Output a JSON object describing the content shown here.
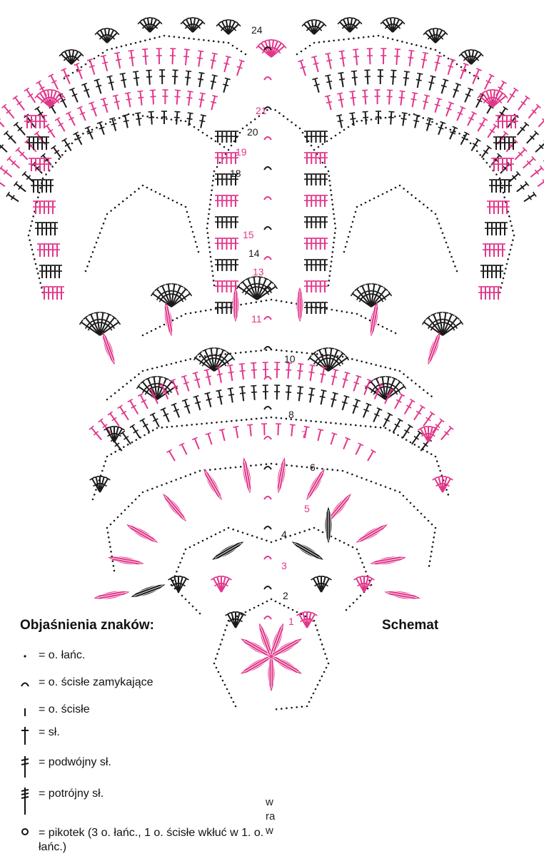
{
  "diagram": {
    "title": "Schemat",
    "round_labels": [
      "24",
      "21",
      "20",
      "19",
      "18",
      "15",
      "14",
      "13",
      "11",
      "10",
      "8",
      "7",
      "6",
      "5",
      "4",
      "3",
      "2",
      "1"
    ],
    "colors": {
      "pink": "#e2368a",
      "black": "#1a1a1a"
    }
  },
  "legend": {
    "title": "Objaśnienia znaków:",
    "items": [
      {
        "icon": "chain-dot-icon",
        "text": "= o. łańc."
      },
      {
        "icon": "slip-stitch-arc-icon",
        "text": "= o. ścisłe zamykające"
      },
      {
        "icon": "single-crochet-icon",
        "text": "= o. ścisłe"
      },
      {
        "icon": "double-crochet-icon",
        "text": "= sł."
      },
      {
        "icon": "treble-crochet-icon",
        "text": "= podwójny sł."
      },
      {
        "icon": "triple-treble-icon",
        "text": "= potrójny sł."
      },
      {
        "icon": "picot-icon",
        "text": "= pikotek (3 o. łańc., 1 o. ścisłe wkłuć w 1. o. łańc.)"
      }
    ]
  },
  "fragments": [
    "w",
    "ra",
    "w"
  ]
}
